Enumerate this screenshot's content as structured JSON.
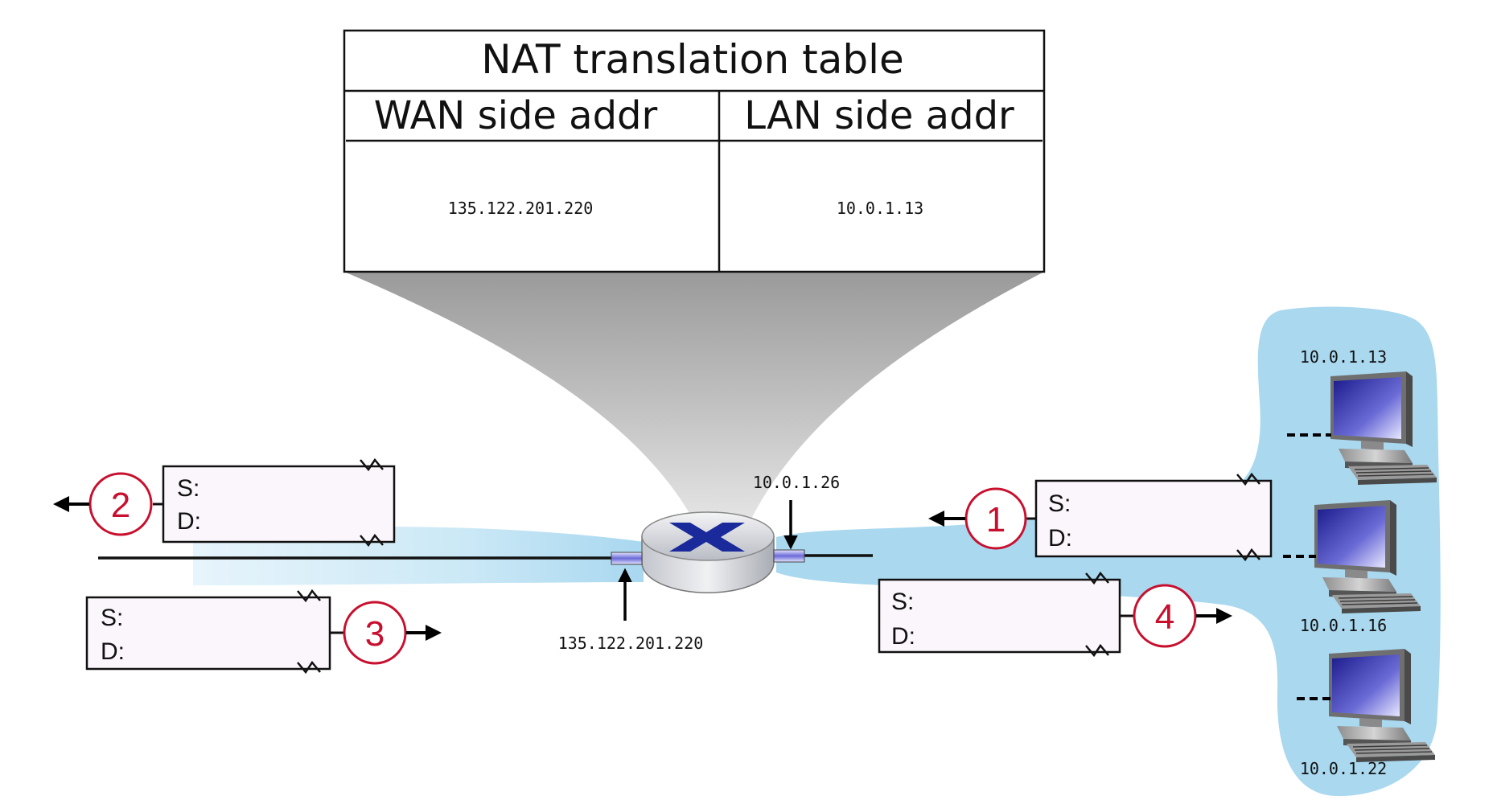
{
  "nat_table": {
    "title": "NAT translation table",
    "headers": {
      "wan": "WAN side addr",
      "lan": "LAN side addr"
    },
    "rows": [
      {
        "wan": "135.122.201.220",
        "lan": "10.0.1.13"
      }
    ]
  },
  "router": {
    "lan_interface_ip": "10.0.1.26",
    "wan_interface_ip": "135.122.201.220"
  },
  "hosts": [
    {
      "ip": "10.0.1.13"
    },
    {
      "ip": "10.0.1.16"
    },
    {
      "ip": "10.0.1.22"
    }
  ],
  "packets": {
    "p1": {
      "step": "1",
      "source_label": "S:",
      "dest_label": "D:"
    },
    "p2": {
      "step": "2",
      "source_label": "S:",
      "dest_label": "D:"
    },
    "p3": {
      "step": "3",
      "source_label": "S:",
      "dest_label": "D:"
    },
    "p4": {
      "step": "4",
      "source_label": "S:",
      "dest_label": "D:"
    }
  },
  "colors": {
    "lan_cloud": "#a9d8ef",
    "step_red": "#c8102e",
    "packet_fill": "#fbf6fb",
    "router_x": "#1a2a9a"
  }
}
